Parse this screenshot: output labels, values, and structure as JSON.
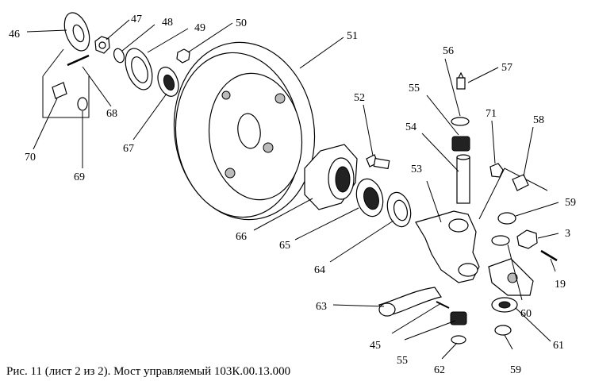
{
  "caption": "Рис. 11 (лист 2 из 2). Мост управляемый 103К.00.13.000",
  "callouts": [
    "46",
    "47",
    "48",
    "49",
    "50",
    "51",
    "52",
    "53",
    "54",
    "55",
    "56",
    "57",
    "58",
    "59",
    "3",
    "19",
    "60",
    "61",
    "59",
    "62",
    "55",
    "45",
    "63",
    "64",
    "65",
    "66",
    "67",
    "68",
    "69",
    "70",
    "71"
  ]
}
